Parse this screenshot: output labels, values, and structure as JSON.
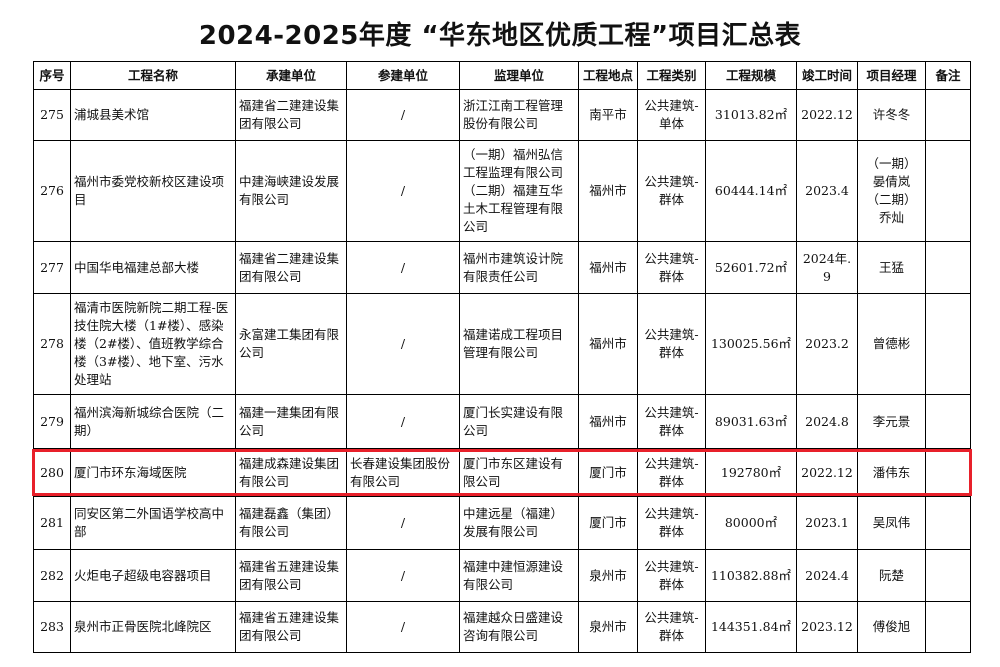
{
  "title": "2024-2025年度 “华东地区优质工程”项目汇总表",
  "table": {
    "headers": [
      "序号",
      "工程名称",
      "承建单位",
      "参建单位",
      "监理单位",
      "工程地点",
      "工程类别",
      "工程规模",
      "竣工时间",
      "项目经理",
      "备注"
    ],
    "rows": [
      {
        "no": "275",
        "name": "浦城县美术馆",
        "builder": "福建省二建建设集团有限公司",
        "partner": "/",
        "supervisor": "浙江江南工程管理股份有限公司",
        "location": "南平市",
        "category": "公共建筑-单体",
        "scale": "31013.82㎡",
        "completion": "2022.12",
        "manager": "许冬冬",
        "remark": ""
      },
      {
        "no": "276",
        "name": "福州市委党校新校区建设项目",
        "builder": "中建海峡建设发展有限公司",
        "partner": "/",
        "supervisor": "（一期）福州弘信工程监理有限公司（二期）福建互华土木工程管理有限公司",
        "location": "福州市",
        "category": "公共建筑-群体",
        "scale": "60444.14㎡",
        "completion": "2023.4",
        "manager": "（一期）晏倩岚（二期）乔灿",
        "remark": ""
      },
      {
        "no": "277",
        "name": "中国华电福建总部大楼",
        "builder": "福建省二建建设集团有限公司",
        "partner": "/",
        "supervisor": "福州市建筑设计院有限责任公司",
        "location": "福州市",
        "category": "公共建筑-群体",
        "scale": "52601.72㎡",
        "completion": "2024年.9",
        "manager": "王猛",
        "remark": ""
      },
      {
        "no": "278",
        "name": "福清市医院新院二期工程-医技住院大楼（1#楼）、感染楼（2#楼）、值班教学综合楼（3#楼）、地下室、污水处理站",
        "builder": "永富建工集团有限公司",
        "partner": "/",
        "supervisor": "福建诺成工程项目管理有限公司",
        "location": "福州市",
        "category": "公共建筑-群体",
        "scale": "130025.56㎡",
        "completion": "2023.2",
        "manager": "曾德彬",
        "remark": ""
      },
      {
        "no": "279",
        "name": "福州滨海新城综合医院（二期）",
        "builder": "福建一建集团有限公司",
        "partner": "/",
        "supervisor": "厦门长实建设有限公司",
        "location": "福州市",
        "category": "公共建筑-群体",
        "scale": "89031.63㎡",
        "completion": "2024.8",
        "manager": "李元景",
        "remark": ""
      },
      {
        "no": "280",
        "name": "厦门市环东海域医院",
        "builder": "福建成森建设集团有限公司",
        "partner": "长春建设集团股份有限公司",
        "supervisor": "厦门市东区建设有限公司",
        "location": "厦门市",
        "category": "公共建筑-群体",
        "scale": "192780㎡",
        "completion": "2022.12",
        "manager": "潘伟东",
        "remark": ""
      },
      {
        "no": "281",
        "name": "同安区第二外国语学校高中部",
        "builder": "福建磊鑫（集团）有限公司",
        "partner": "/",
        "supervisor": "中建远星（福建）发展有限公司",
        "location": "厦门市",
        "category": "公共建筑-群体",
        "scale": "80000㎡",
        "completion": "2023.1",
        "manager": "吴凤伟",
        "remark": ""
      },
      {
        "no": "282",
        "name": "火炬电子超级电容器项目",
        "builder": "福建省五建建设集团有限公司",
        "partner": "/",
        "supervisor": "福建中建恒源建设有限公司",
        "location": "泉州市",
        "category": "公共建筑-群体",
        "scale": "110382.88㎡",
        "completion": "2024.4",
        "manager": "阮楚",
        "remark": ""
      },
      {
        "no": "283",
        "name": "泉州市正骨医院北峰院区",
        "builder": "福建省五建建设集团有限公司",
        "partner": "/",
        "supervisor": "福建越众日盛建设咨询有限公司",
        "location": "泉州市",
        "category": "公共建筑-群体",
        "scale": "144351.84㎡",
        "completion": "2023.12",
        "manager": "傅俊旭",
        "remark": ""
      }
    ]
  },
  "colors": {
    "highlight": "#e8202a",
    "border": "#000000"
  }
}
